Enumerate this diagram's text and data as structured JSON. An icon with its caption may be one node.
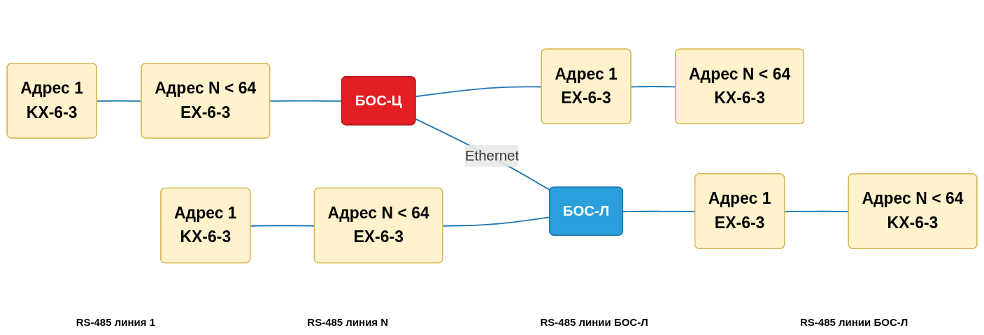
{
  "diagram": {
    "nodes": [
      {
        "text": [
          "Адрес 1",
          "KX-6-3"
        ]
      },
      {
        "text": [
          "Адрес N < 64",
          "EX-6-3"
        ]
      },
      {
        "text": [
          "БОС-Ц"
        ]
      },
      {
        "text": [
          "Адрес 1",
          "EX-6-3"
        ]
      },
      {
        "text": [
          "Адрес N < 64",
          "KX-6-3"
        ]
      },
      {
        "text": [
          "Адрес 1",
          "KX-6-3"
        ]
      },
      {
        "text": [
          "Адрес N < 64",
          "EX-6-3"
        ]
      },
      {
        "text": [
          "БОС-Л"
        ]
      },
      {
        "text": [
          "Адрес 1",
          "EX-6-3"
        ]
      },
      {
        "text": [
          "Адрес N < 64",
          "KX-6-3"
        ]
      }
    ],
    "edges": [
      {
        "from": 0,
        "to": 1,
        "arrow": "none"
      },
      {
        "from": 1,
        "to": 2,
        "arrow": "none"
      },
      {
        "from": 2,
        "to": 3,
        "arrow": "none"
      },
      {
        "from": 3,
        "to": 4,
        "arrow": "none"
      },
      {
        "from": 2,
        "to": 7,
        "arrow": "none",
        "label": "Ethernet"
      },
      {
        "from": 5,
        "to": 6,
        "arrow": "none"
      },
      {
        "from": 6,
        "to": 7,
        "arrow": "none"
      },
      {
        "from": 7,
        "to": 8,
        "arrow": "none"
      },
      {
        "from": 8,
        "to": 9,
        "arrow": "none"
      }
    ],
    "labels": [
      "RS-485 линия 1",
      "RS-485 линия N",
      "RS-485 линии БОС-Л",
      "RS-485 линии БОС-Л"
    ]
  }
}
